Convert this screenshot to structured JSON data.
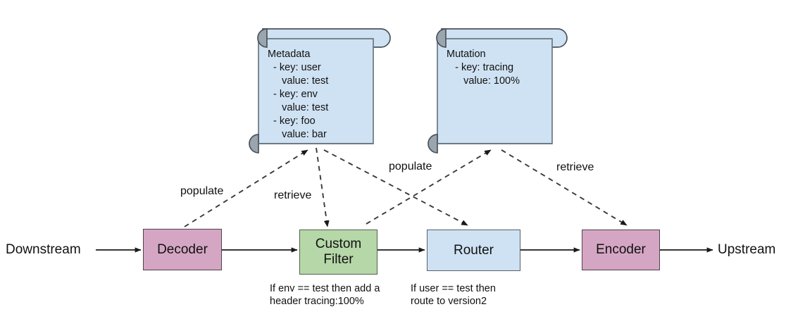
{
  "diagram": {
    "title": "Envoy filter chain with metadata and mutation scrolls",
    "colors": {
      "pink": "#d5a6c4",
      "green": "#b6d7a8",
      "blue": "#cfe2f3",
      "scroll_fill": "#cfe2f3",
      "scroll_curl": "#9aa5ad",
      "stroke": "#555555",
      "dashed": "#444444",
      "background": "#ffffff"
    },
    "endpoints": {
      "downstream": "Downstream",
      "upstream": "Upstream"
    },
    "nodes": [
      {
        "id": "decoder",
        "label": "Decoder",
        "color": "pink"
      },
      {
        "id": "custom_filter",
        "label": "Custom\nFilter",
        "line1": "Custom",
        "line2": "Filter",
        "color": "green"
      },
      {
        "id": "router",
        "label": "Router",
        "color": "blue"
      },
      {
        "id": "encoder",
        "label": "Encoder",
        "color": "pink"
      }
    ],
    "scrolls": [
      {
        "id": "metadata",
        "title": "Metadata",
        "entries": [
          {
            "key": "user",
            "value": "test"
          },
          {
            "key": "env",
            "value": "test"
          },
          {
            "key": "foo",
            "value": "bar"
          }
        ],
        "body": "Metadata\n  - key: user\n     value: test\n  - key: env\n     value: test\n  - key: foo\n     value: bar"
      },
      {
        "id": "mutation",
        "title": "Mutation",
        "entries": [
          {
            "key": "tracing",
            "value": "100%"
          }
        ],
        "body": "Mutation\n   - key: tracing\n      value: 100%"
      }
    ],
    "edge_labels": {
      "populate_metadata": "populate",
      "retrieve_metadata": "retrieve",
      "populate_mutation": "populate",
      "retrieve_mutation": "retrieve"
    },
    "captions": {
      "custom_filter": "If env == test then add a\nheader tracing:100%",
      "router": "If user == test then\nroute to version2"
    }
  }
}
